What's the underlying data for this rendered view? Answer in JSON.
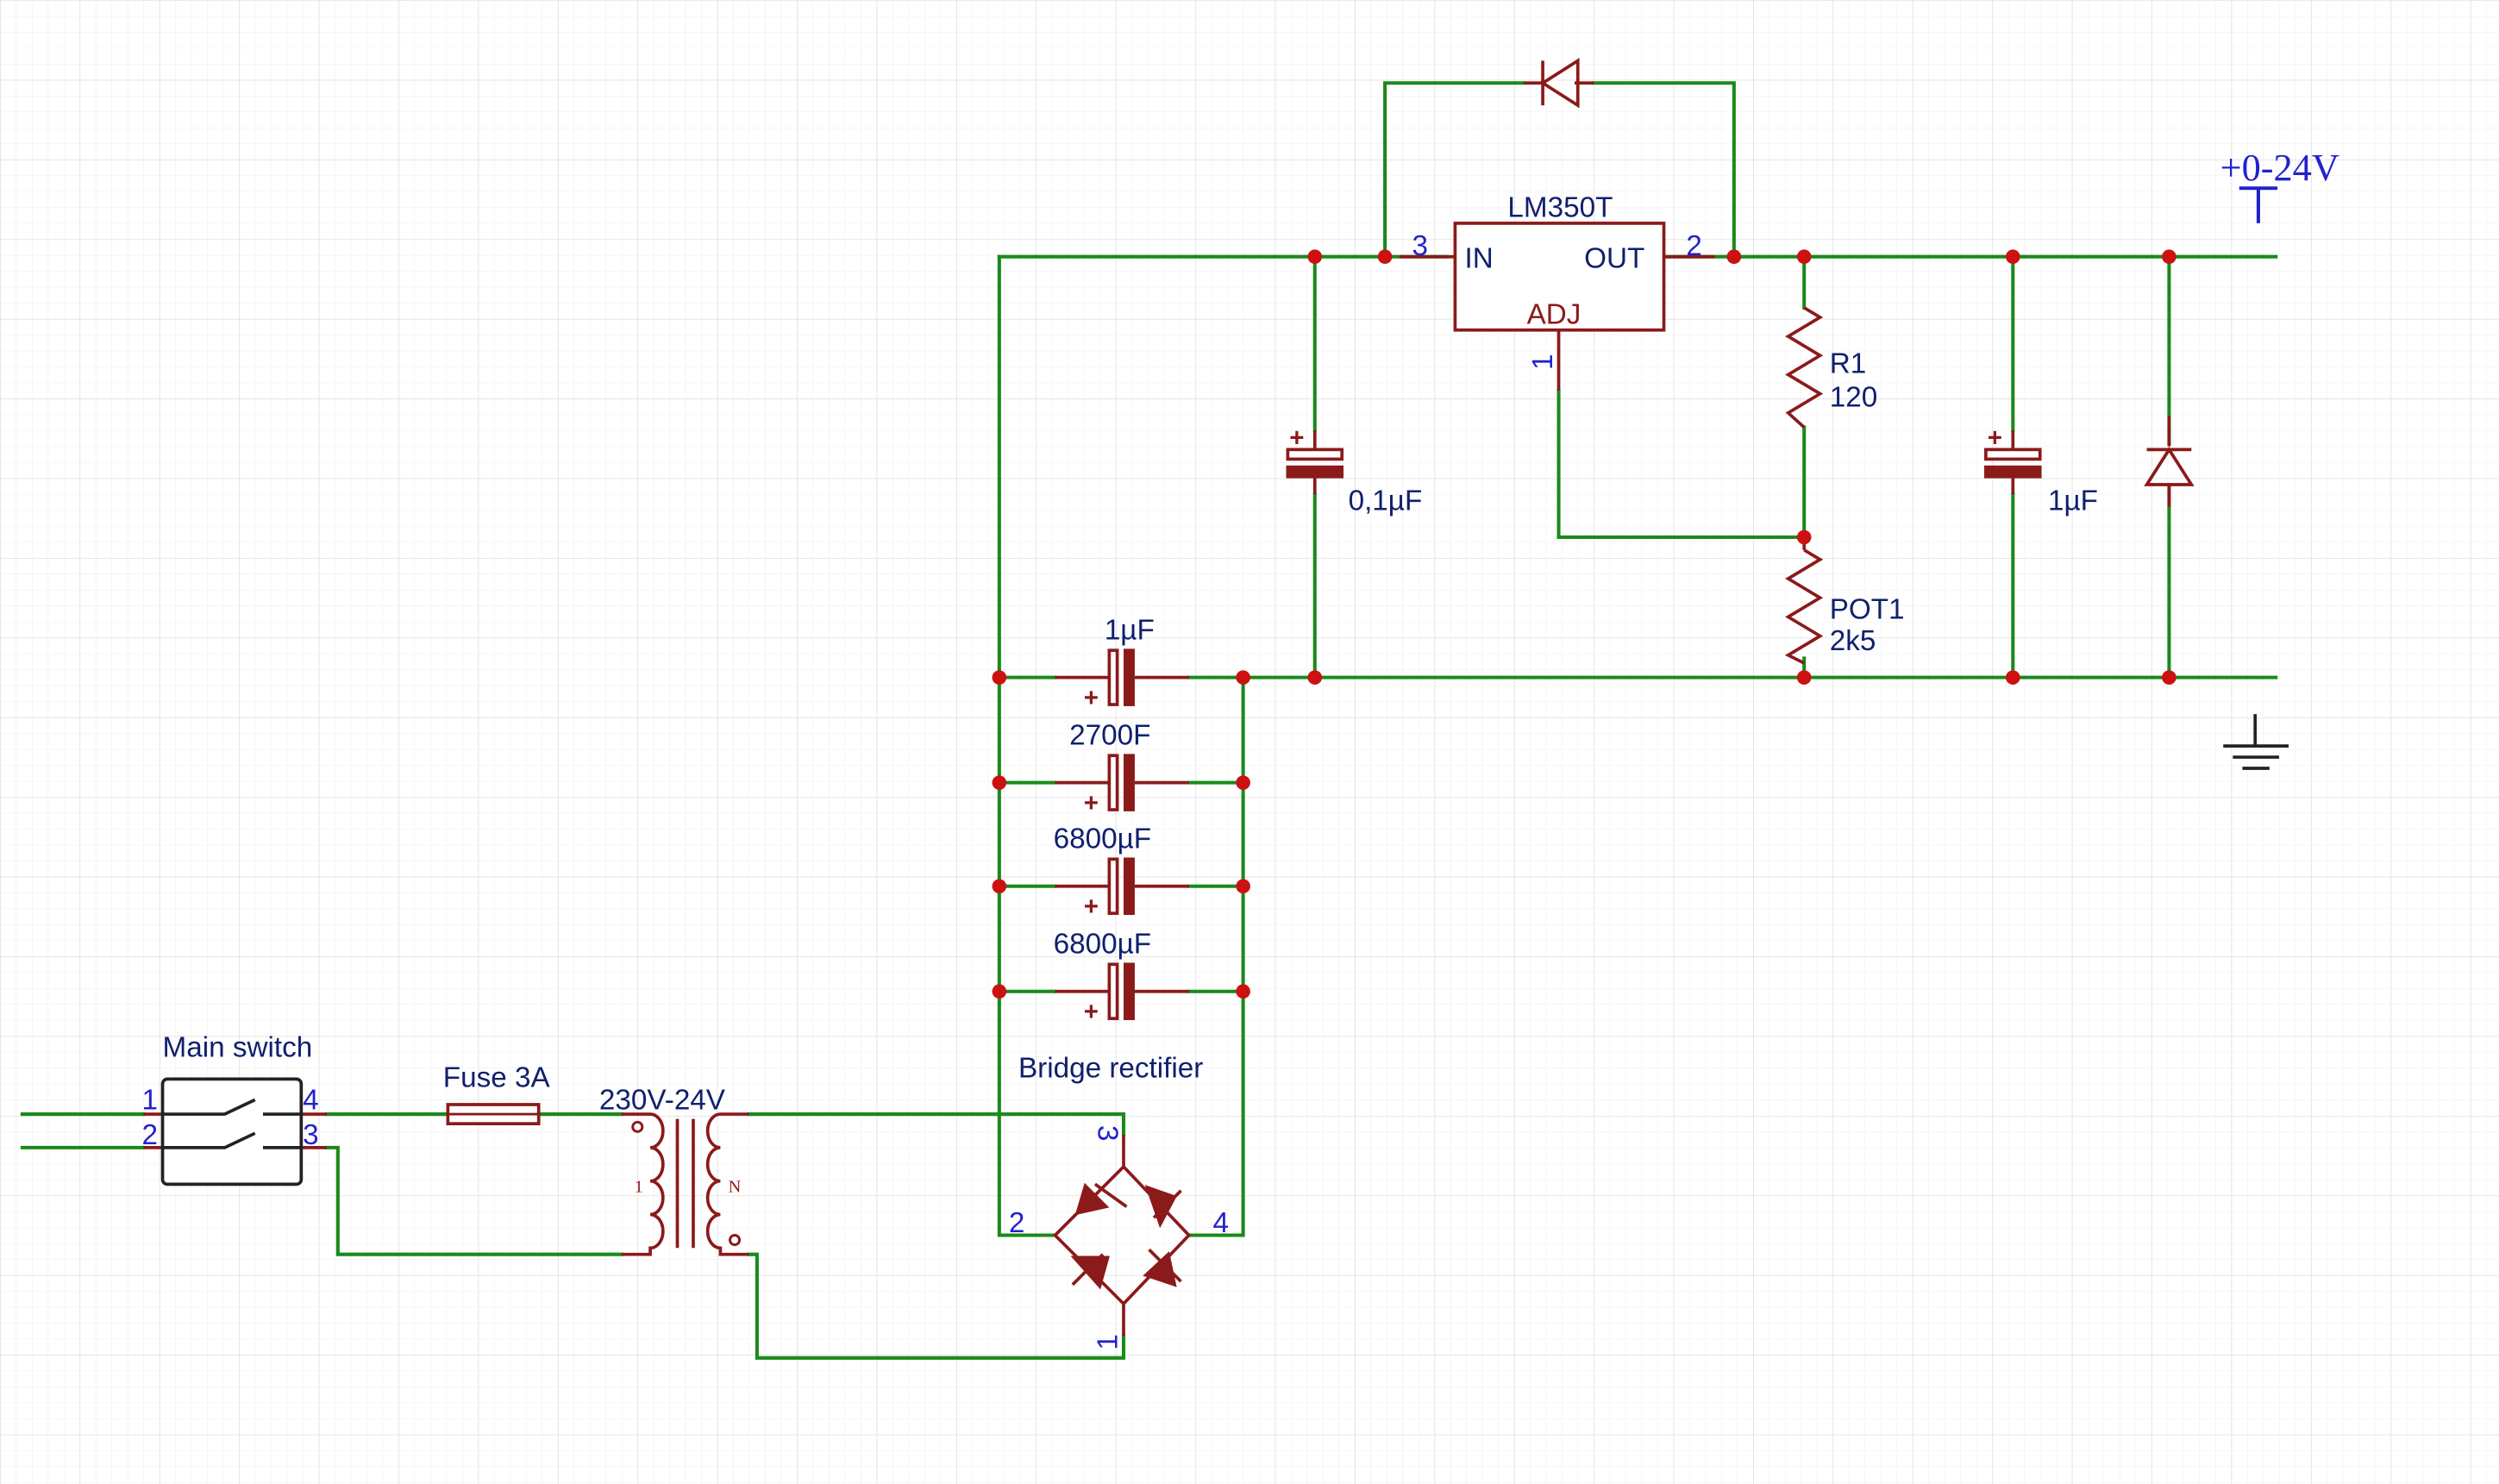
{
  "colors": {
    "wire": "#1a8a1a",
    "component": "#8b1a1a",
    "label": "#10206e",
    "pin": "#2222cc",
    "junction": "#cc1111",
    "grid_minor": "#eeeeee",
    "grid_major": "#dcdcdc"
  },
  "regulator": {
    "name": "LM350T",
    "pin_in_label": "IN",
    "pin_out_label": "OUT",
    "pin_adj_label": "ADJ",
    "pin_in_number": "3",
    "pin_out_number": "2",
    "pin_adj_number": "1"
  },
  "caps": {
    "c_in_value": "0,1µF",
    "c_out_value": "1µF",
    "c_filter1_value": "1µF",
    "c_filter2_value": "2700F",
    "c_filter3_value": "6800µF",
    "c_filter4_value": "6800µF",
    "plus_sign": "+"
  },
  "resistors": {
    "r1_name": "R1",
    "r1_value": "120",
    "pot_name": "POT1",
    "pot_value": "2k5"
  },
  "output": {
    "label": "+0-24V"
  },
  "bridge": {
    "label": "Bridge rectifier",
    "pin_top": "3",
    "pin_left": "2",
    "pin_right": "4",
    "pin_bottom": "1"
  },
  "switch": {
    "label": "Main switch",
    "pin1": "1",
    "pin2": "2",
    "pin3": "3",
    "pin4": "4"
  },
  "fuse": {
    "label": "Fuse 3A"
  },
  "transformer": {
    "label": "230V-24V",
    "primary_mark": "1",
    "secondary_mark": "N"
  }
}
